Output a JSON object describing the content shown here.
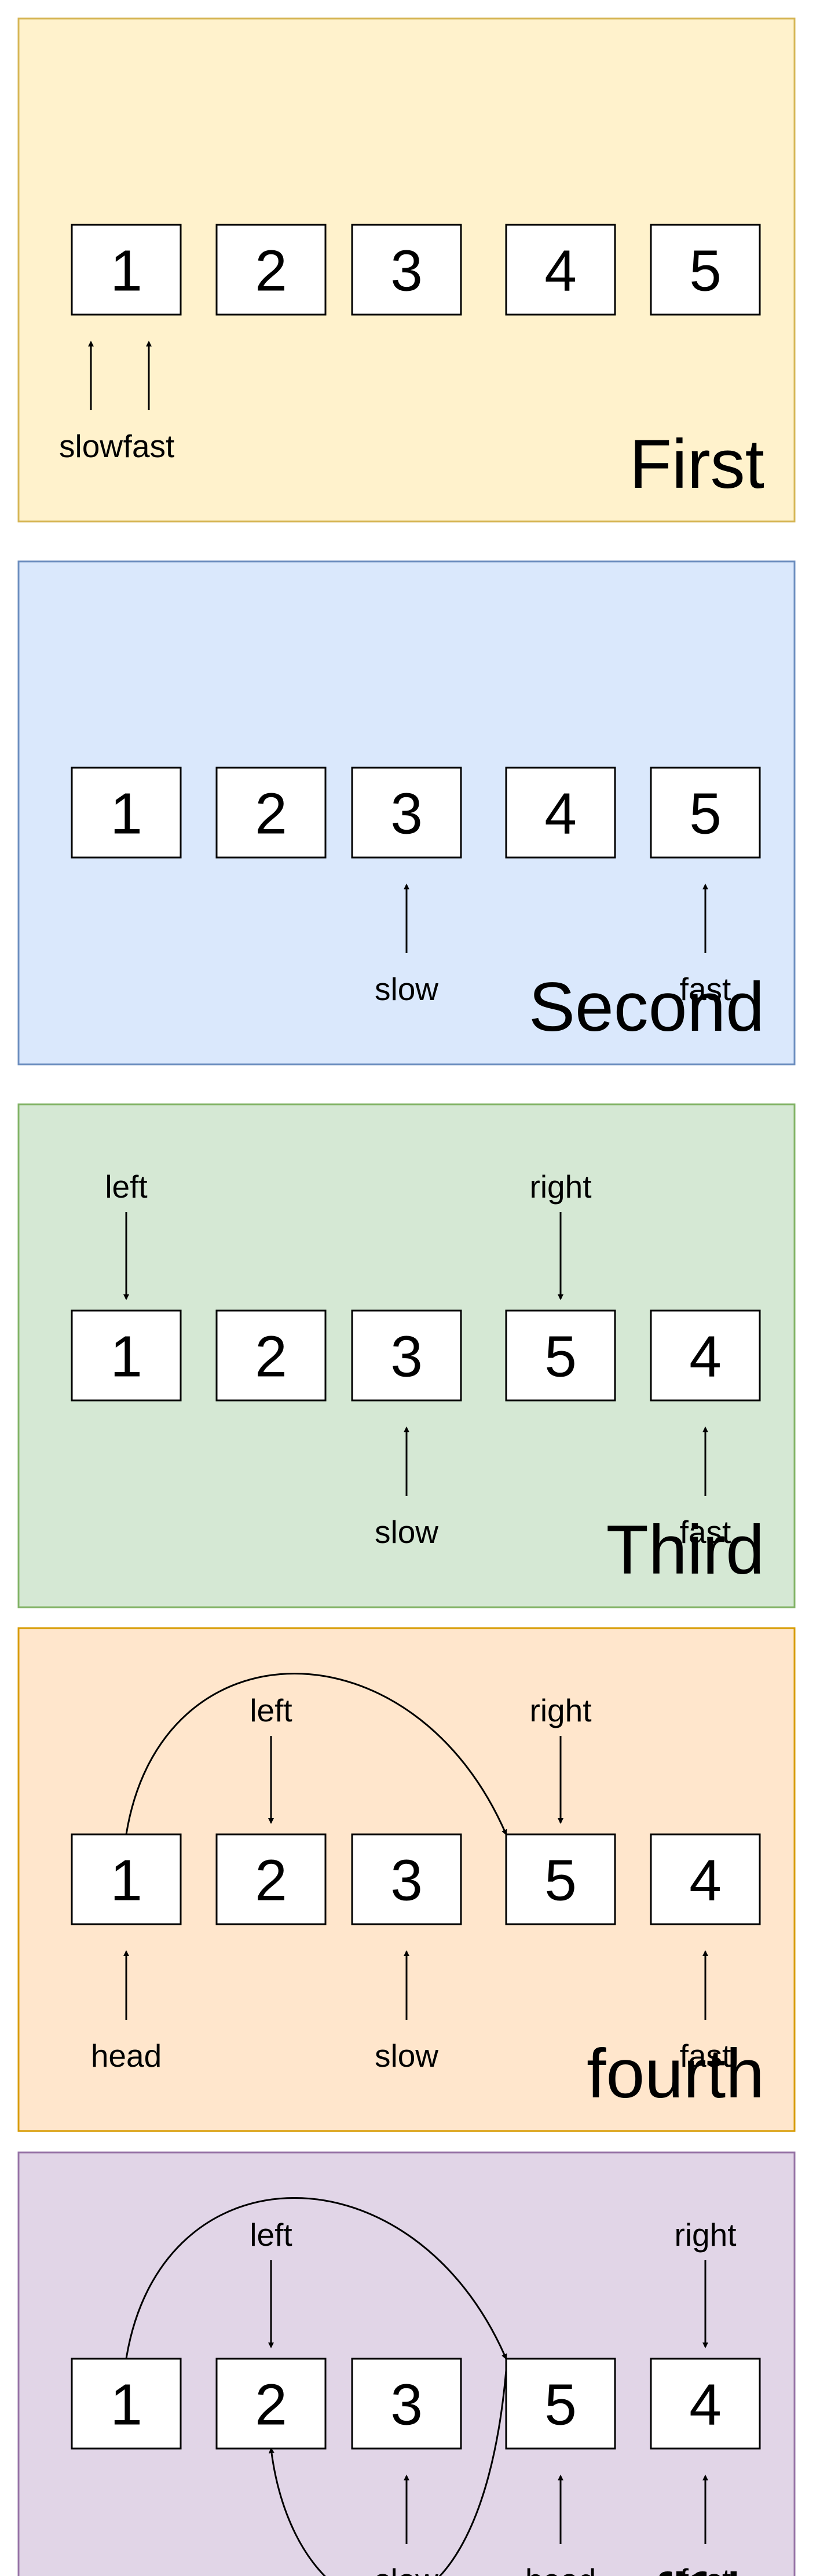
{
  "colors": {
    "panel_fills": [
      "#FFF2CC",
      "#DAE8FC",
      "#D5E8D4",
      "#FFE6CC",
      "#E1D5E7"
    ],
    "panel_strokes": [
      "#D6B656",
      "#6C8EBF",
      "#82B366",
      "#D79B00",
      "#9673A6"
    ],
    "node_fill": "#FFFFFF",
    "node_stroke": "#000000",
    "arrow": "#000000"
  },
  "panels": [
    {
      "title": "First",
      "nodes": [
        "1",
        "2",
        "3",
        "4",
        "5"
      ],
      "pointers": [
        {
          "label": "slow",
          "target": 0,
          "side": "below"
        },
        {
          "label": "fast",
          "target": 0,
          "side": "below"
        }
      ],
      "links": []
    },
    {
      "title": "Second",
      "nodes": [
        "1",
        "2",
        "3",
        "4",
        "5"
      ],
      "pointers": [
        {
          "label": "slow",
          "target": 2,
          "side": "below"
        },
        {
          "label": "fast",
          "target": 4,
          "side": "below"
        }
      ],
      "links": []
    },
    {
      "title": "Third",
      "nodes": [
        "1",
        "2",
        "3",
        "5",
        "4"
      ],
      "pointers": [
        {
          "label": "left",
          "target": 0,
          "side": "above"
        },
        {
          "label": "right",
          "target": 3,
          "side": "above"
        },
        {
          "label": "slow",
          "target": 2,
          "side": "below"
        },
        {
          "label": "fast",
          "target": 4,
          "side": "below"
        }
      ],
      "links": []
    },
    {
      "title": "fourth",
      "nodes": [
        "1",
        "2",
        "3",
        "5",
        "4"
      ],
      "pointers": [
        {
          "label": "left",
          "target": 1,
          "side": "above"
        },
        {
          "label": "right",
          "target": 3,
          "side": "above"
        },
        {
          "label": "head",
          "target": 0,
          "side": "below"
        },
        {
          "label": "slow",
          "target": 2,
          "side": "below"
        },
        {
          "label": "fast",
          "target": 4,
          "side": "below"
        }
      ],
      "links": [
        {
          "from": 0,
          "to": 3,
          "route": "over"
        }
      ]
    },
    {
      "title": "fifth",
      "nodes": [
        "1",
        "2",
        "3",
        "5",
        "4"
      ],
      "pointers": [
        {
          "label": "left",
          "target": 1,
          "side": "above"
        },
        {
          "label": "right",
          "target": 4,
          "side": "above"
        },
        {
          "label": "slow",
          "target": 2,
          "side": "below"
        },
        {
          "label": "head",
          "target": 3,
          "side": "below"
        },
        {
          "label": "fast",
          "target": 4,
          "side": "below"
        }
      ],
      "links": [
        {
          "from": 0,
          "to": 3,
          "route": "over"
        },
        {
          "from": 3,
          "to": 1,
          "route": "under"
        }
      ]
    }
  ]
}
